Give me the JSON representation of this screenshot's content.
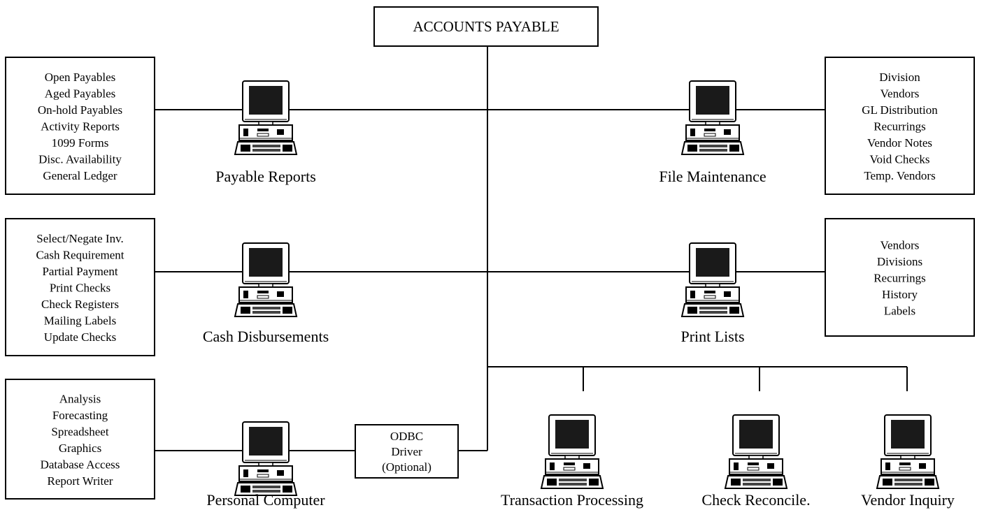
{
  "title": "ACCOUNTS PAYABLE",
  "colors": {
    "stroke": "#000000",
    "background": "#ffffff"
  },
  "icon": "desktop-computer-icon",
  "modules": [
    {
      "id": "payable-reports",
      "label": "Payable Reports",
      "box_lines": [
        "Open Payables",
        "Aged Payables",
        "On-hold Payables",
        "Activity Reports",
        "1099 Forms",
        "Disc. Availability",
        "General Ledger"
      ]
    },
    {
      "id": "file-maintenance",
      "label": "File Maintenance",
      "box_lines": [
        "Division",
        "Vendors",
        "GL Distribution",
        "Recurrings",
        "Vendor Notes",
        "Void Checks",
        "Temp. Vendors"
      ]
    },
    {
      "id": "cash-disbursements",
      "label": "Cash Disbursements",
      "box_lines": [
        "Select/Negate Inv.",
        "Cash Requirement",
        "Partial Payment",
        "Print Checks",
        "Check Registers",
        "Mailing Labels",
        "Update Checks"
      ]
    },
    {
      "id": "print-lists",
      "label": "Print Lists",
      "box_lines": [
        "Vendors",
        "Divisions",
        "Recurrings",
        "History",
        "Labels"
      ]
    },
    {
      "id": "personal-computer",
      "label": "Personal Computer",
      "box_lines": [
        "Analysis",
        "Forecasting",
        "Spreadsheet",
        "Graphics",
        "Database Access",
        "Report Writer"
      ]
    },
    {
      "id": "transaction-processing",
      "label": "Transaction Processing",
      "box_lines": []
    },
    {
      "id": "check-reconcile",
      "label": "Check Reconcile.",
      "box_lines": []
    },
    {
      "id": "vendor-inquiry",
      "label": "Vendor Inquiry",
      "box_lines": []
    }
  ],
  "odbc": {
    "lines": [
      "ODBC",
      "Driver",
      "(Optional)"
    ]
  }
}
